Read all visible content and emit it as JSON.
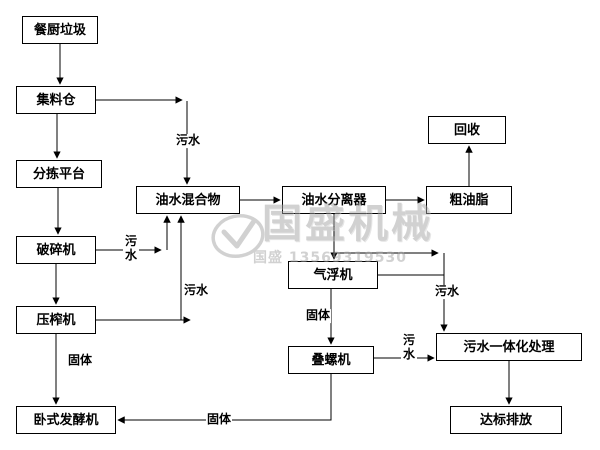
{
  "diagram": {
    "nodes": {
      "kitchen_waste": "餐厨垃圾",
      "collection_bin": "集料仓",
      "sorting_platform": "分拣平台",
      "crusher": "破碎机",
      "press": "压榨机",
      "fermenter": "卧式发酵机",
      "oil_water_mixture": "油水混合物",
      "oil_water_separator": "油水分离器",
      "air_flotation": "气浮机",
      "screw_press": "叠螺机",
      "recycle": "回收",
      "crude_grease": "粗油脂",
      "sewage_treatment": "污水一体化处理",
      "discharge": "达标排放"
    },
    "edge_labels": {
      "bin_sewage": "污水",
      "crusher_sewage": "污水",
      "press_sewage": "污水",
      "press_solid": "固体",
      "flotation_sewage": "污水",
      "flotation_solid": "固体",
      "screw_sewage": "污水",
      "screw_solid": "固体"
    }
  },
  "watermark": {
    "brand": "国盛机械",
    "phone": "国盛 13569319530"
  },
  "colors": {
    "line": "#000000",
    "box_border": "#000000",
    "box_fill": "#ffffff",
    "background": "#ffffff",
    "watermark": "#a5a5a5"
  }
}
